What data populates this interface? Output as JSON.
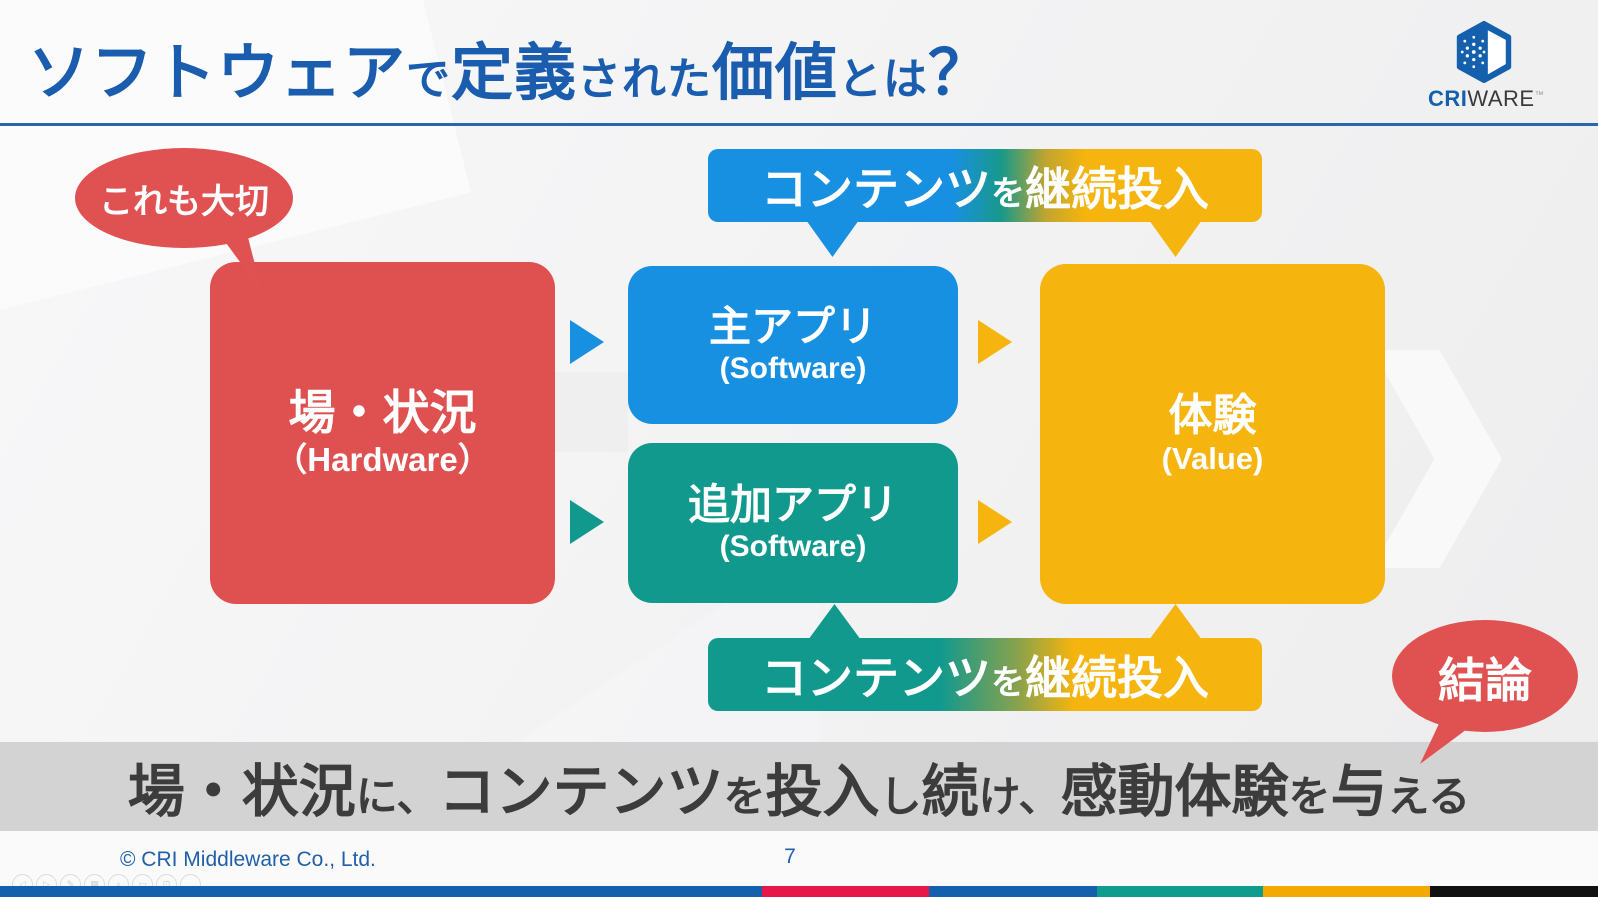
{
  "header": {
    "title_segments": [
      {
        "text": "ソフトウェア",
        "size": "big"
      },
      {
        "text": "で",
        "size": "small"
      },
      {
        "text": "定義",
        "size": "big"
      },
      {
        "text": "された",
        "size": "small"
      },
      {
        "text": "価値",
        "size": "big"
      },
      {
        "text": "とは",
        "size": "small"
      },
      {
        "text": "？",
        "size": "big"
      }
    ],
    "logo": {
      "cri": "CRI",
      "ware": "WARE",
      "tm": "™"
    }
  },
  "diagram": {
    "callout_left": "これも大切",
    "callout_conclusion": "結論",
    "boxes": {
      "hardware": {
        "label": "場・状況",
        "sub": "（Hardware）",
        "color": "#DF5050"
      },
      "main_app": {
        "label": "主アプリ",
        "sub": "(Software)",
        "color": "#1890E2"
      },
      "additional_app": {
        "label": "追加アプリ",
        "sub": "(Software)",
        "color": "#12998E"
      },
      "experience": {
        "label": "体験",
        "sub": "(Value)",
        "color": "#F5B40E"
      }
    },
    "banner_top_segments": [
      {
        "text": "コンテンツ",
        "size": "big"
      },
      {
        "text": "を",
        "size": "small"
      },
      {
        "text": "継続投入",
        "size": "big"
      }
    ],
    "banner_bottom_segments": [
      {
        "text": "コンテンツ",
        "size": "big"
      },
      {
        "text": "を",
        "size": "small"
      },
      {
        "text": "継続投入",
        "size": "big"
      }
    ]
  },
  "summary": {
    "segments": [
      {
        "text": "場・状況",
        "size": "big"
      },
      {
        "text": "に、",
        "size": "small"
      },
      {
        "text": "コンテンツ",
        "size": "big"
      },
      {
        "text": "を",
        "size": "small"
      },
      {
        "text": "投入",
        "size": "big"
      },
      {
        "text": "し",
        "size": "small"
      },
      {
        "text": "続",
        "size": "big"
      },
      {
        "text": "け、",
        "size": "small"
      },
      {
        "text": "感動体験",
        "size": "big"
      },
      {
        "text": "を",
        "size": "small"
      },
      {
        "text": "与",
        "size": "big"
      },
      {
        "text": "える",
        "size": "small"
      }
    ]
  },
  "footer": {
    "copyright": "© CRI Middleware Co., Ltd.",
    "page_number": "7",
    "controls": [
      {
        "name": "previous-slide",
        "glyph": "◁"
      },
      {
        "name": "next-slide",
        "glyph": "▷"
      },
      {
        "name": "pen",
        "glyph": "✎"
      },
      {
        "name": "see-all-slides",
        "glyph": "▦"
      },
      {
        "name": "zoom",
        "glyph": "⌕"
      },
      {
        "name": "captions",
        "glyph": "▭"
      },
      {
        "name": "camera",
        "glyph": "⊡"
      },
      {
        "name": "more-options",
        "glyph": "…"
      }
    ]
  },
  "colors": {
    "title_blue": "#1A5CAD",
    "rule_blue": "#2A66AE",
    "box_red": "#DF5050",
    "box_blue": "#1890E2",
    "box_teal": "#12998E",
    "box_yellow": "#F5B40E",
    "bubble_red": "#E05252",
    "summary_bar_bg": "#D3D3D3",
    "summary_text": "#3C3C3C",
    "footer_text_blue": "#2060A8",
    "strip": [
      "#1460AD",
      "#E8174B",
      "#1460AD",
      "#0F9B8E",
      "#F2A900",
      "#111111"
    ]
  }
}
